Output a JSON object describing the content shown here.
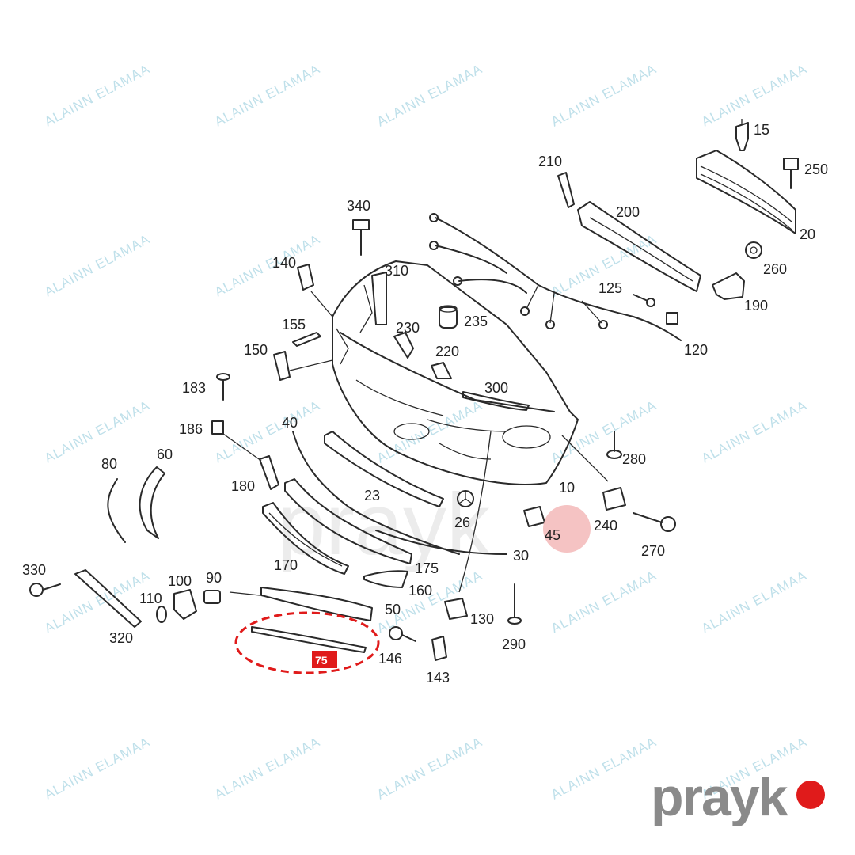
{
  "watermark_text": "ALAINN ELAMAA",
  "brand": {
    "logo_text": "prayk",
    "dot_color": "#e01b1b",
    "text_color": "#8a8a8a"
  },
  "highlight": {
    "part_number": "75",
    "color": "#e01b1b"
  },
  "marker": {
    "part_number": "45",
    "color": "#f3b4b4"
  },
  "labels": {
    "p10": "10",
    "p15": "15",
    "p20": "20",
    "p23": "23",
    "p26": "26",
    "p30": "30",
    "p40": "40",
    "p45": "45",
    "p50": "50",
    "p60": "60",
    "p75": "75",
    "p80": "80",
    "p90": "90",
    "p100": "100",
    "p110": "110",
    "p120": "120",
    "p125": "125",
    "p130": "130",
    "p140": "140",
    "p143": "143",
    "p146": "146",
    "p150": "150",
    "p155": "155",
    "p160": "160",
    "p170": "170",
    "p175": "175",
    "p180": "180",
    "p183": "183",
    "p186": "186",
    "p190": "190",
    "p200": "200",
    "p210": "210",
    "p220": "220",
    "p230": "230",
    "p235": "235",
    "p240": "240",
    "p250": "250",
    "p260": "260",
    "p270": "270",
    "p280": "280",
    "p290": "290",
    "p300": "300",
    "p310": "310",
    "p320": "320",
    "p330": "330",
    "p340": "340"
  }
}
